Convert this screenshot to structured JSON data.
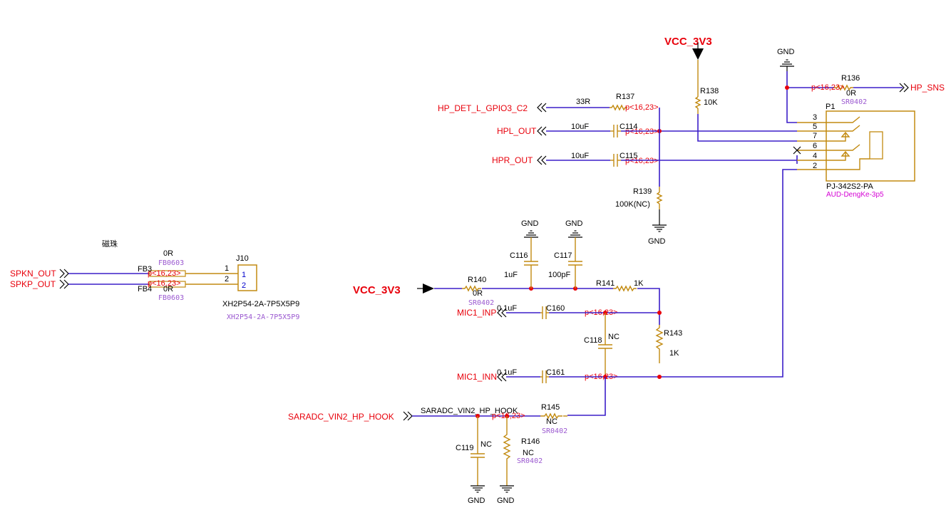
{
  "power": {
    "vcc_top": "VCC_3V3",
    "vcc_left": "VCC_3V3"
  },
  "gnd": {
    "label": "GND"
  },
  "nets": {
    "hp_det": "HP_DET_L_GPIO3_C2",
    "hpl": "HPL_OUT",
    "hpr": "HPR_OUT",
    "hp_sns": "HP_SNS",
    "spkn": "SPKN_OUT",
    "spkp": "SPKP_OUT",
    "mic1_inp": "MIC1_INP",
    "mic1_inn": "MIC1_INN",
    "saradc": "SARADC_VIN2_HP_HOOK",
    "saradc_wire": "SARADC_VIN2_HP_HOOK"
  },
  "xref": "p<16,23>",
  "components": {
    "r137": {
      "ref": "R137",
      "value": "33R"
    },
    "c114": {
      "ref": "C114",
      "value": "10uF"
    },
    "c115": {
      "ref": "C115",
      "value": "10uF"
    },
    "r138": {
      "ref": "R138",
      "value": "10K"
    },
    "r139": {
      "ref": "R139",
      "value": "100K(NC)"
    },
    "r136": {
      "ref": "R136",
      "value": "0R",
      "pkg": "SR0402"
    },
    "p1": {
      "ref": "P1",
      "part": "PJ-342S2-PA",
      "pkg": "AUD-DengKe-3p5",
      "pins": [
        "3",
        "5",
        "7",
        "6",
        "4",
        "2"
      ]
    },
    "j10": {
      "ref": "J10",
      "part": "XH2P54-2A-7P5X5P9",
      "pkg": "XH2P54-2A-7P5X5P9",
      "pins": [
        "1",
        "2"
      ]
    },
    "fb3": {
      "ref": "FB3",
      "value": "0R",
      "pkg": "FB0603"
    },
    "fb4": {
      "ref": "FB4",
      "value": "0R",
      "pkg": "FB0603"
    },
    "bead_note": "磁珠",
    "c116": {
      "ref": "C116",
      "value": "1uF"
    },
    "c117": {
      "ref": "C117",
      "value": "100pF"
    },
    "r140": {
      "ref": "R140",
      "value": "0R",
      "pkg": "SR0402"
    },
    "r141": {
      "ref": "R141",
      "value": "1K"
    },
    "c160": {
      "ref": "C160",
      "value": "0.1uF"
    },
    "c161": {
      "ref": "C161",
      "value": "0.1uF"
    },
    "c118": {
      "ref": "C118",
      "value": "NC"
    },
    "r143": {
      "ref": "R143",
      "value": "1K"
    },
    "r145": {
      "ref": "R145",
      "value": "NC",
      "pkg": "SR0402"
    },
    "r146": {
      "ref": "R146",
      "value": "NC",
      "pkg": "SR0402"
    },
    "c119": {
      "ref": "C119",
      "value": "NC"
    }
  },
  "colors": {
    "wire": "#3b1ec8",
    "net": "#e8000b",
    "component": "#c28a10",
    "junction": "#e8000b"
  }
}
